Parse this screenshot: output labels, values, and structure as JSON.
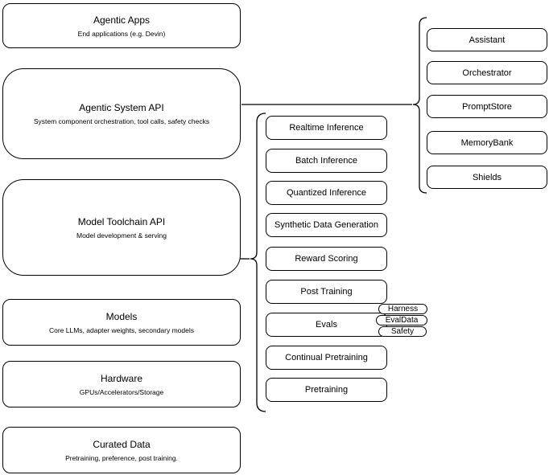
{
  "diagram": {
    "stack": [
      {
        "title": "Agentic Apps",
        "subtitle": "End applications (e.g. Devin)"
      },
      {
        "title": "Agentic System API",
        "subtitle": "System component orchestration, tool calls, safety checks"
      },
      {
        "title": "Model Toolchain API",
        "subtitle": "Model development & serving"
      },
      {
        "title": "Models",
        "subtitle": "Core LLMs, adapter weights, secondary models"
      },
      {
        "title": "Hardware",
        "subtitle": "GPUs/Accelerators/Storage"
      },
      {
        "title": "Curated Data",
        "subtitle": "Pretraining, preference, post training."
      }
    ],
    "toolchain_items": [
      "Realtime Inference",
      "Batch Inference",
      "Quantized Inference",
      "Synthetic Data Generation",
      "Reward Scoring",
      "Post Training",
      "Evals",
      "Continual Pretraining",
      "Pretraining"
    ],
    "evals_tags": [
      "Harness",
      "EvalData",
      "Safety"
    ],
    "system_components": [
      "Assistant",
      "Orchestrator",
      "PromptStore",
      "MemoryBank",
      "Shields"
    ],
    "colors": {
      "background": "#ffffff",
      "box_fill": "#ffffff",
      "border": "#000000",
      "text": "#000000"
    }
  }
}
